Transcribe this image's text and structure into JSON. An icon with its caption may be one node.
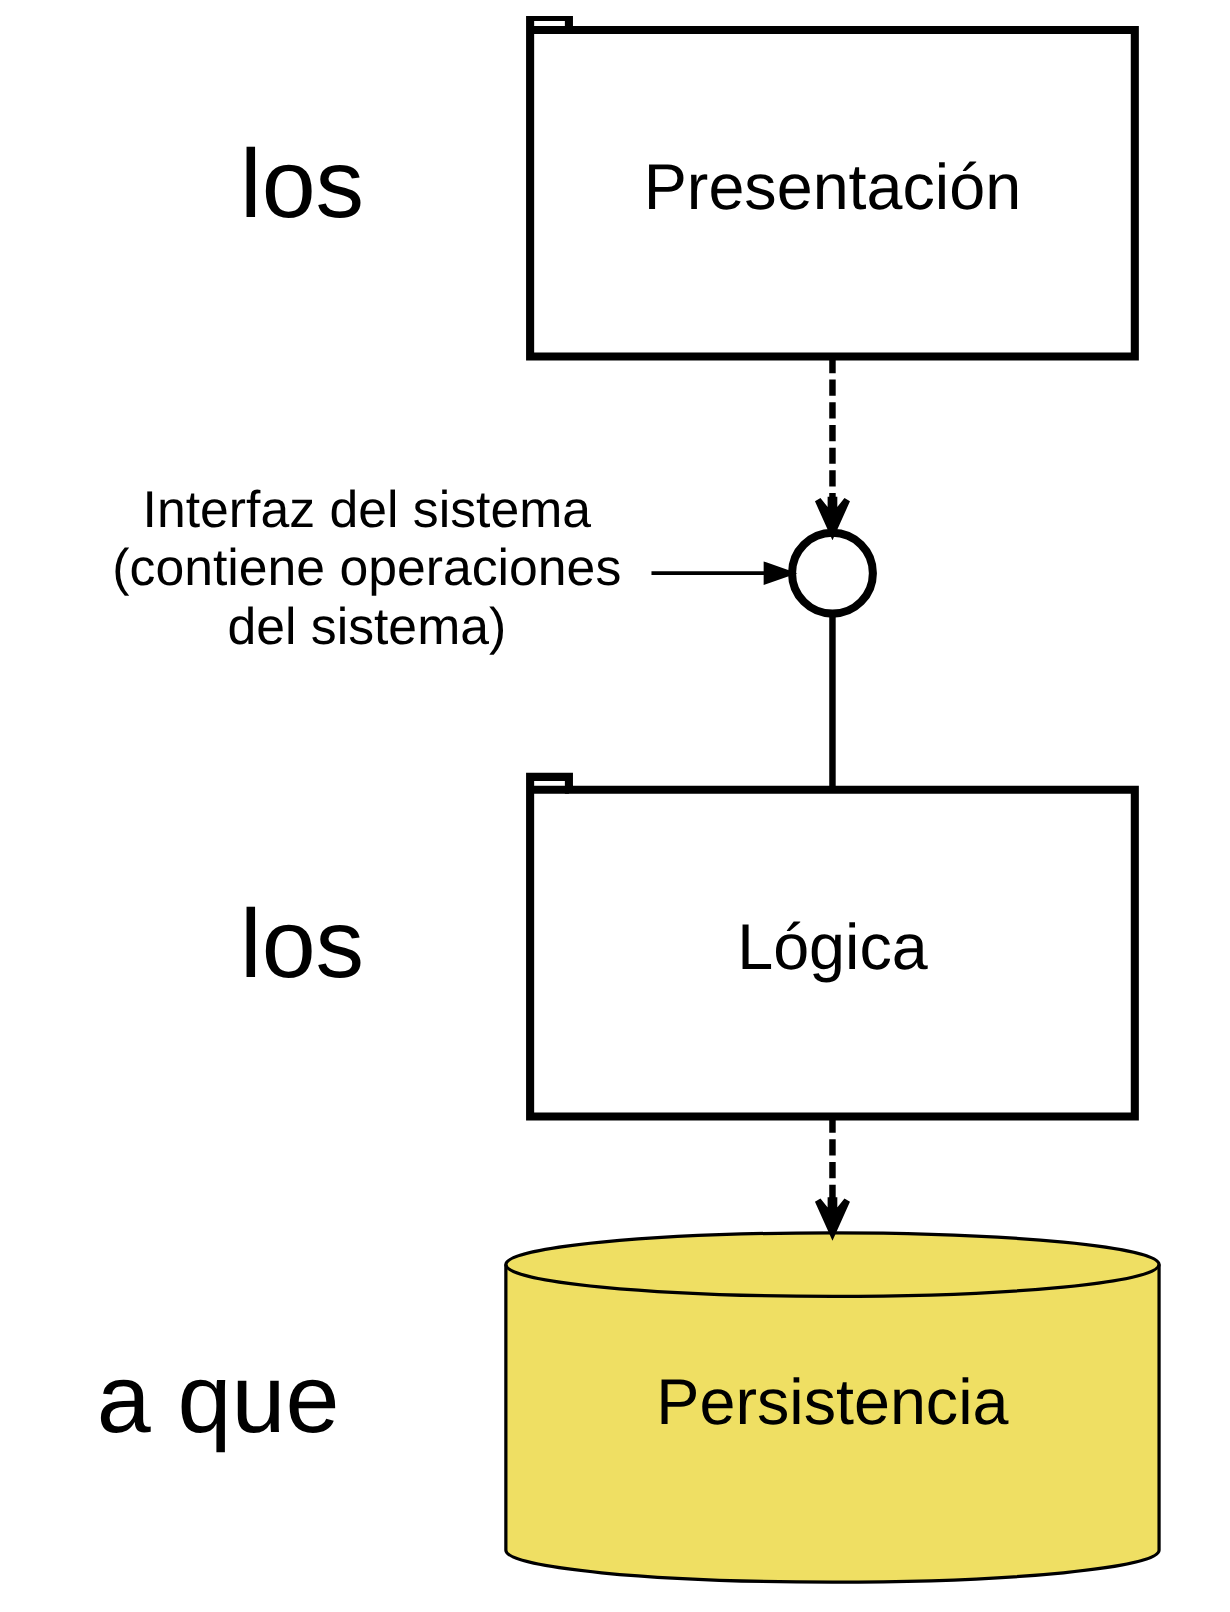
{
  "diagram": {
    "nodes": [
      {
        "text": [
          "Presentación"
        ]
      },
      {
        "text": [
          "Interfaz del sistema (contiene operaciones del sistema)"
        ]
      },
      {
        "text": [],
        "shape": "circle"
      },
      {
        "text": [
          "Lógica"
        ]
      },
      {
        "text": [
          "Persistencia"
        ]
      }
    ],
    "edges": [
      {
        "from": 0,
        "to": 2,
        "arrow": "to",
        "style": "dashed"
      },
      {
        "from": 1,
        "to": 2,
        "arrow": "to"
      },
      {
        "from": 2,
        "to": 3,
        "arrow": "none"
      },
      {
        "from": 3,
        "to": 4,
        "arrow": "to",
        "style": "dashed"
      }
    ],
    "labels": [
      "los",
      "los",
      "a que"
    ]
  }
}
